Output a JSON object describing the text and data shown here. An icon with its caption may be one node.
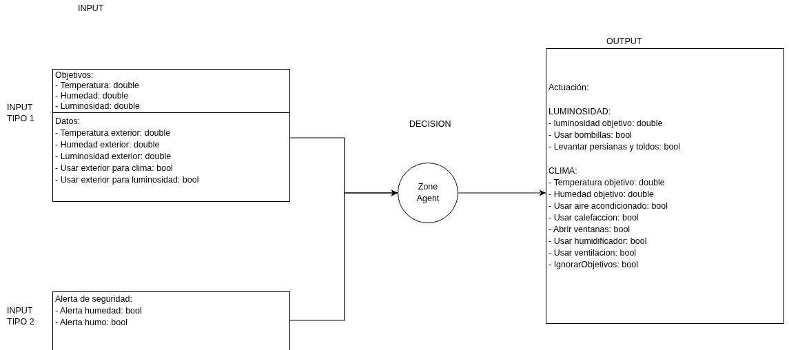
{
  "diagram": {
    "nodes": [
      {
        "text": [
          "Objetivos:",
          "- Temperatura: double",
          "- Humedad: double",
          "- Luminosidad: double"
        ]
      },
      {
        "text": [
          "Datos:",
          "- Temperatura exterior: double",
          "- Humedad exterior: double",
          "- Luminosidad exterior: double",
          "- Usar exterior para clima: bool",
          "- Usar exterior para luminosidad: bool"
        ]
      },
      {
        "text": [
          "Alerta de seguridad:",
          "- Alerta humedad: bool",
          "- Alerta humo: bool"
        ]
      },
      {
        "text": [
          "Zone Agent"
        ]
      },
      {
        "text": [
          "Actuación:",
          "LUMINOSIDAD:",
          "- luminosidad objetivo: double",
          "- Usar bombillas: bool",
          "- Levantar persianas y toldos: bool",
          "CLIMA:",
          "- Temperatura objetivo: double",
          "- Humedad objetivo: double",
          "- Usar aire acondicionado: bool",
          "- Usar calefaccion: bool",
          "- Abrir ventanas: bool",
          "- Usar humidificador: bool",
          "- Usar ventilacion: bool",
          "- IgnorarObjetivos: bool"
        ]
      }
    ],
    "edges": [
      {
        "from": 1,
        "to": 3,
        "arrow": "to"
      },
      {
        "from": 2,
        "to": 3,
        "arrow": "to"
      },
      {
        "from": 3,
        "to": 4,
        "arrow": "to"
      }
    ],
    "labels": [
      "INPUT",
      "OUTPUT",
      "INPUT TIPO 1",
      "DECISION",
      "INPUT TIPO 2"
    ]
  }
}
